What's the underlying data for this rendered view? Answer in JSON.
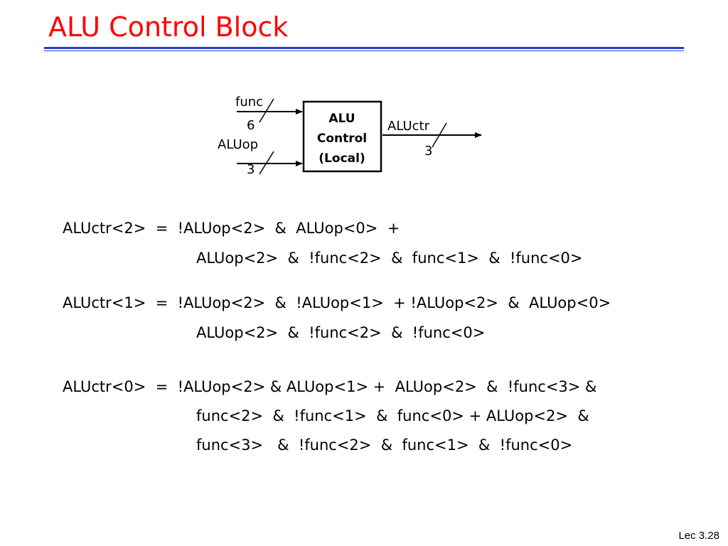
{
  "slide": {
    "title": "ALU Control Block",
    "footer": "Lec 3.28"
  },
  "diagram": {
    "block_lines": [
      "ALU",
      "Control",
      "(Local)"
    ],
    "inputs": [
      {
        "name": "func",
        "width": "6"
      },
      {
        "name": "ALUop",
        "width": "3"
      }
    ],
    "output": {
      "name": "ALUctr",
      "width": "3"
    }
  },
  "equations": [
    "ALUctr<2>  =  !ALUop<2>  &  ALUop<0>  +",
    "ALUop<2>  &  !func<2>  &  func<1>  &  !func<0>",
    "ALUctr<1>  =  !ALUop<2>  &  !ALUop<1>  + !ALUop<2>  &  ALUop<0>",
    "ALUop<2>  &  !func<2>  &  !func<0>",
    "ALUctr<0>  =  !ALUop<2> & ALUop<1> +  ALUop<2>  &  !func<3> &",
    "func<2>  &  !func<1>  &  func<0> + ALUop<2>  &",
    "func<3>   &  !func<2>  &  func<1>  &  !func<0>"
  ]
}
